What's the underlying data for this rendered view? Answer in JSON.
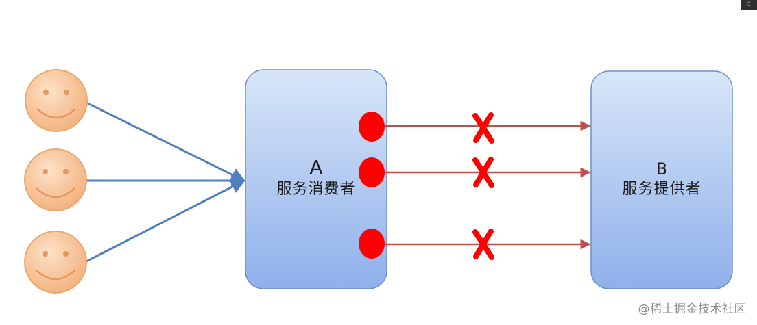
{
  "colors": {
    "box_fill_top": "#d8e6f8",
    "box_fill_bottom": "#8fb0ea",
    "box_stroke": "#6d8fc7",
    "face_fill_light": "#fde2c7",
    "face_fill_dark": "#f2b07c",
    "face_stroke": "#e8a96f",
    "user_arrow": "#4f7fbf",
    "call_arrow": "#c0504d",
    "port": "#ff0000",
    "fail_mark": "#ff0000"
  },
  "users": [
    {
      "icon": "smiley-face-icon"
    },
    {
      "icon": "smiley-face-icon"
    },
    {
      "icon": "smiley-face-icon"
    }
  ],
  "service_a": {
    "letter": "A",
    "label": "服务消费者"
  },
  "service_b": {
    "letter": "B",
    "label": "服务提供者"
  },
  "calls": [
    {
      "status": "failed",
      "icon": "red-cross-icon"
    },
    {
      "status": "failed",
      "icon": "red-cross-icon"
    },
    {
      "status": "failed",
      "icon": "red-cross-icon"
    }
  ],
  "corner_tag": "C",
  "watermark": "@稀土掘金技术社区"
}
